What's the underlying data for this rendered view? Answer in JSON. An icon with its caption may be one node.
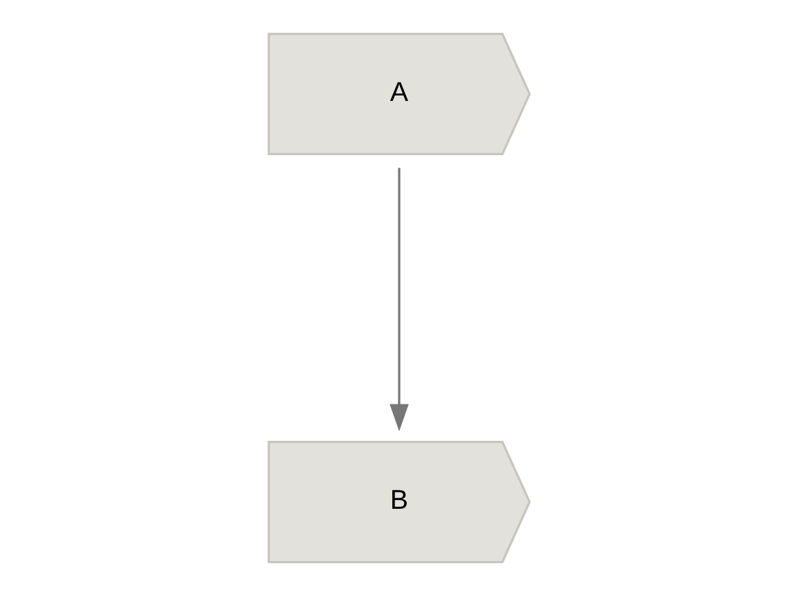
{
  "diagram": {
    "nodes": [
      {
        "text": [
          "A"
        ]
      },
      {
        "text": [
          "B"
        ]
      }
    ],
    "edges": [
      {
        "from": 0,
        "to": 1,
        "arrow": "to"
      }
    ]
  }
}
